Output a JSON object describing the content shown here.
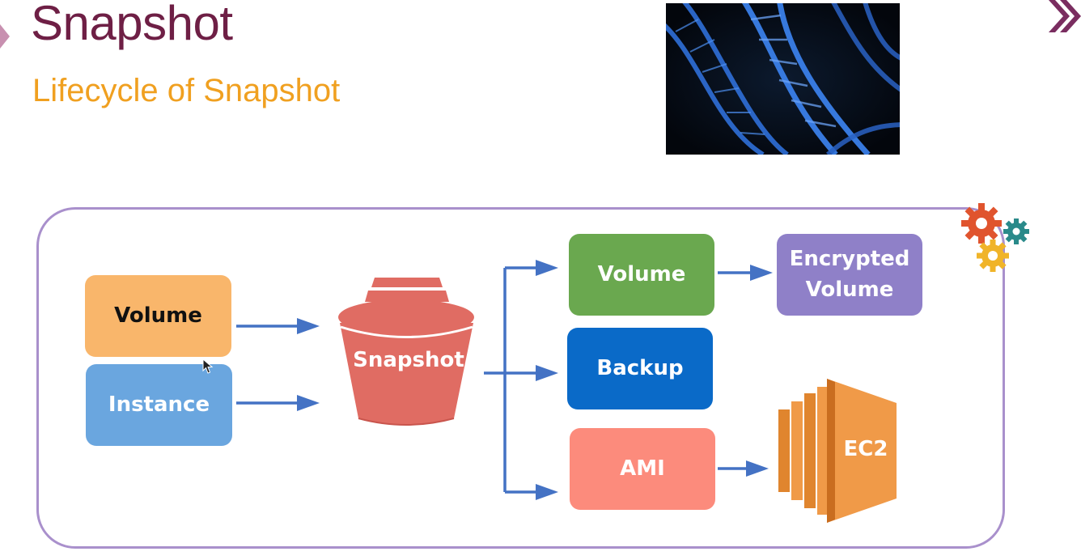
{
  "slide": {
    "title": "Snapshot",
    "subtitle": "Lifecycle of Snapshot"
  },
  "diagram": {
    "sources": [
      {
        "label": "Volume",
        "color": "#f9b66b",
        "text_color": "#111111"
      },
      {
        "label": "Instance",
        "color": "#6aa6df",
        "text_color": "#ffffff"
      }
    ],
    "center": {
      "label": "Snapshot",
      "icon": "s3-bucket-icon",
      "color": "#e06c63"
    },
    "targets": [
      {
        "label": "Volume",
        "color": "#6aa84f"
      },
      {
        "label": "Backup",
        "color": "#0a6ac8"
      },
      {
        "label": "AMI",
        "color": "#fc8b7c"
      }
    ],
    "outputs": [
      {
        "label": "Encrypted Volume",
        "lines": [
          "Encrypted",
          "Volume"
        ],
        "color": "#8f80c8"
      },
      {
        "label": "EC2",
        "icon": "ec2-icon",
        "color": "#f09a48"
      }
    ],
    "arrow_color": "#4472c4",
    "frame_color": "#a990cc"
  },
  "icons": [
    "dna-image",
    "gears-icon",
    "nav-arrows-icon",
    "mouse-cursor-icon"
  ]
}
